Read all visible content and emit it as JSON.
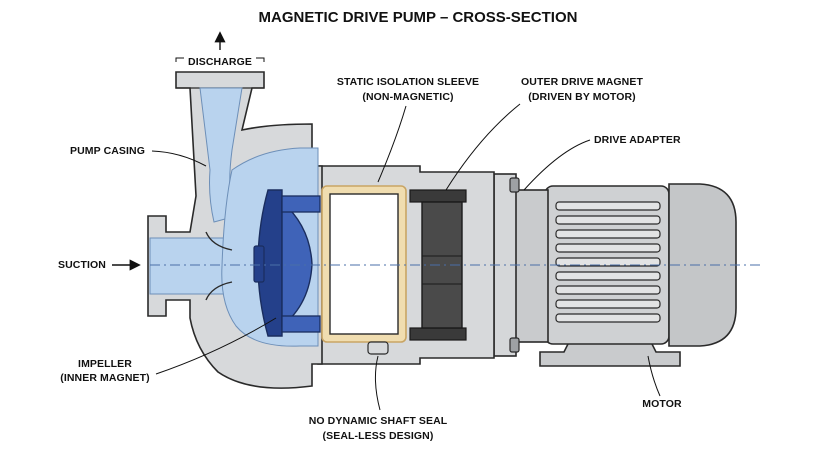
{
  "title": "MAGNETIC DRIVE PUMP – CROSS-SECTION",
  "labels": {
    "discharge": "DISCHARGE",
    "pump_casing": "PUMP CASING",
    "suction": "SUCTION",
    "impeller_1": "IMPELLER",
    "impeller_2": "(INNER MAGNET)",
    "sleeve_1": "STATIC ISOLATION SLEEVE",
    "sleeve_2": "(NON-MAGNETIC)",
    "outer_magnet_1": "OUTER DRIVE MAGNET",
    "outer_magnet_2": "(DRIVEN BY MOTOR)",
    "drive_adapter": "DRIVE ADAPTER",
    "no_seal_1": "NO DYNAMIC SHAFT SEAL",
    "no_seal_2": "(SEAL-LESS DESIGN)",
    "motor": "MOTOR"
  },
  "colors": {
    "casing": "#d7d9db",
    "fluid": "#b9d3ee",
    "impeller": "#3f63b8",
    "impeller_dark": "#24408a",
    "sleeve": "#f0ddb0",
    "sleeve_edge": "#c9a564",
    "magnet": "#4a4a4a",
    "outline": "#2a2a2a"
  }
}
